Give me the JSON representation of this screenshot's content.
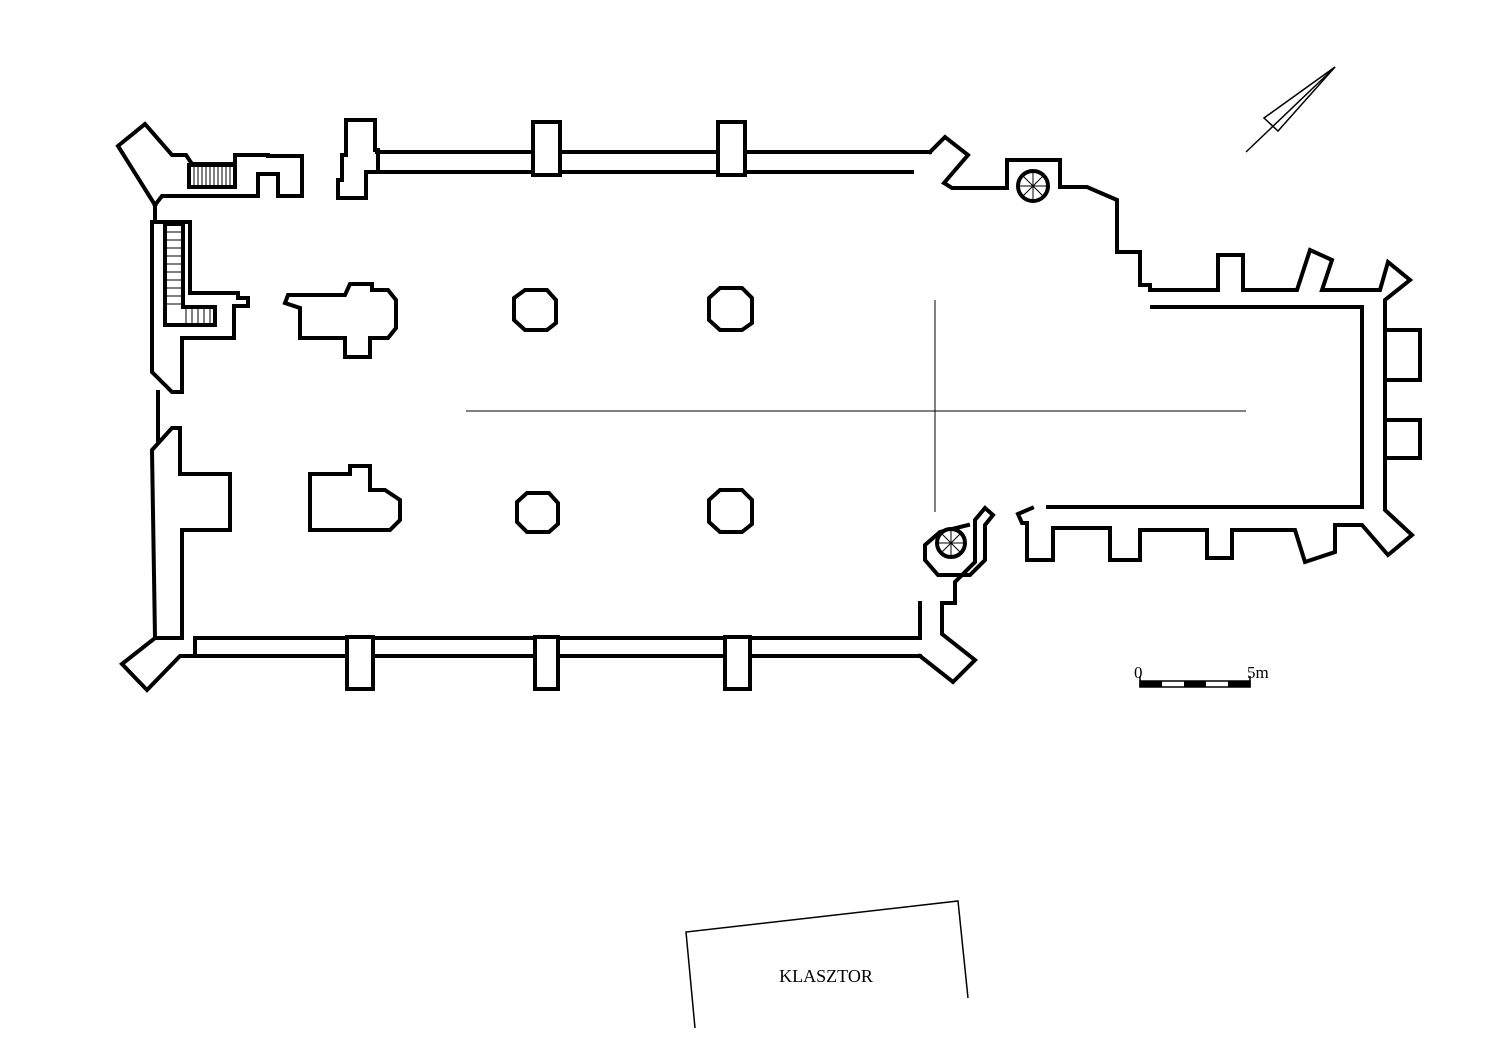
{
  "scale_bar": {
    "start_label": "0",
    "end_label": "5m"
  },
  "cloister": {
    "label": "KLASZTOR"
  }
}
